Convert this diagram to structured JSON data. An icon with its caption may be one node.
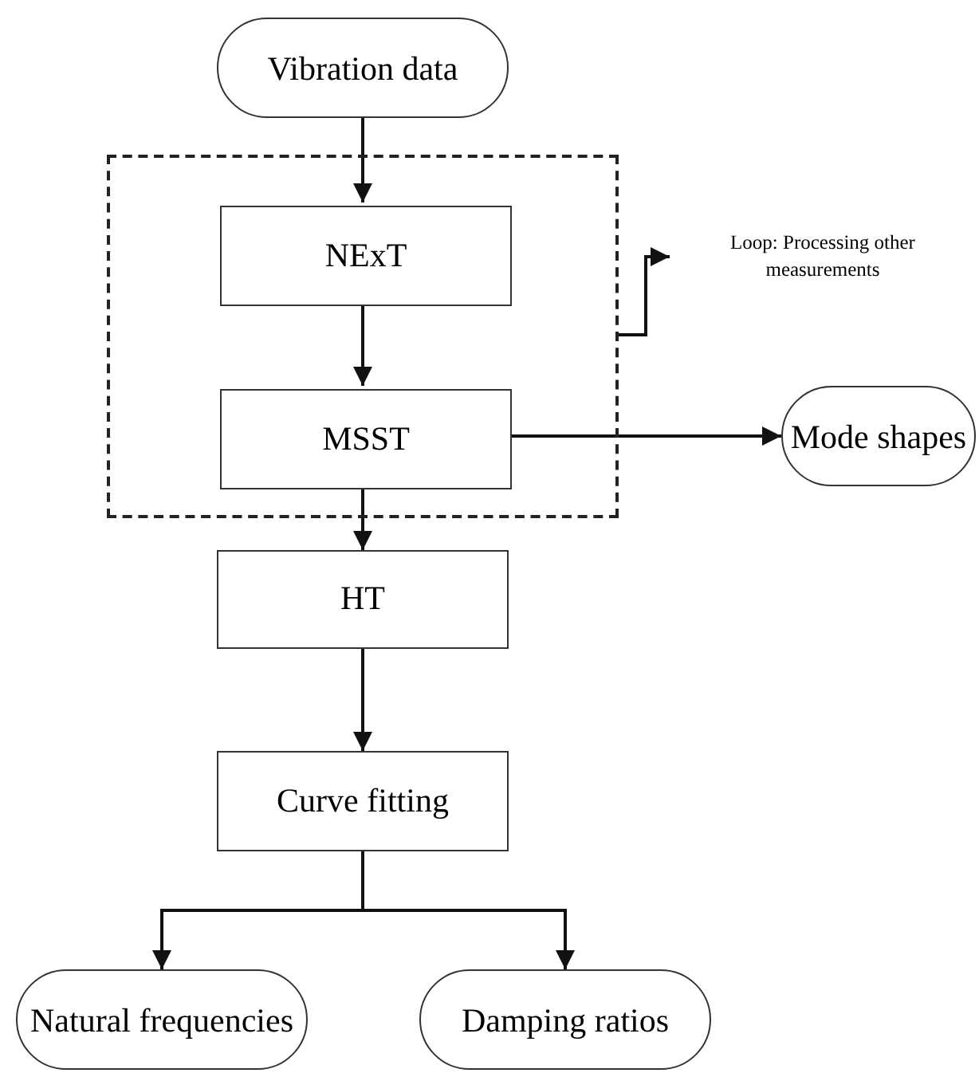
{
  "diagram": {
    "nodes": [
      {
        "text": [
          "Vibration data"
        ]
      },
      {
        "text": [],
        "shape": "box"
      },
      {
        "text": [
          "NExT"
        ],
        "in": 1
      },
      {
        "text": [
          "MSST"
        ],
        "in": 1
      },
      {
        "text": [
          "Loop: Processing other measurements"
        ]
      },
      {
        "text": [
          "Mode shapes"
        ]
      },
      {
        "text": [
          "HT"
        ]
      },
      {
        "text": [
          "Curve fitting"
        ]
      },
      {
        "text": [
          "Natural frequencies"
        ]
      },
      {
        "text": [
          "Damping ratios"
        ]
      }
    ],
    "edges": [
      {
        "from": 0,
        "to": 2,
        "arrow": "to"
      },
      {
        "from": 2,
        "to": 3,
        "arrow": "to"
      },
      {
        "from": 3,
        "to": 5,
        "arrow": "to"
      },
      {
        "from": 3,
        "to": 6,
        "arrow": "to"
      },
      {
        "from": 6,
        "to": 7,
        "arrow": "to"
      },
      {
        "from": 7,
        "to": 8,
        "arrow": "to"
      },
      {
        "from": 7,
        "to": 9,
        "arrow": "to"
      },
      {
        "from": 1,
        "to": 4,
        "arrow": "to"
      }
    ]
  }
}
